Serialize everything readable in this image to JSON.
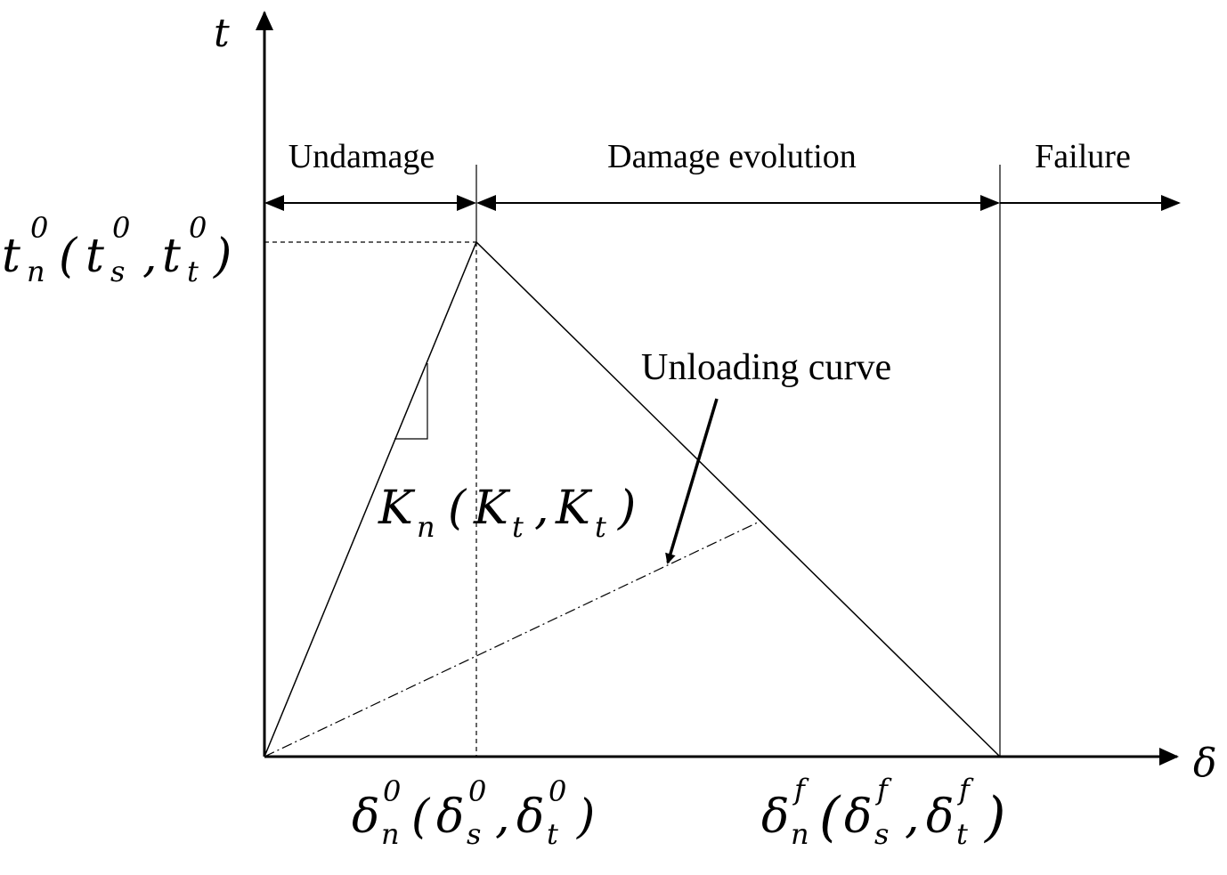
{
  "axes": {
    "y_label": "t",
    "x_label": "δ"
  },
  "regions": {
    "undamage": "Undamage",
    "damage_evolution": "Damage evolution",
    "failure": "Failure"
  },
  "annotations": {
    "unloading_curve": "Unloading curve"
  },
  "labels": {
    "peak_traction": {
      "base": "t",
      "sub_n": "n",
      "sup_n": "0",
      "paren_open": "(",
      "t1": "t",
      "sub1": "s",
      "sup1": "0",
      "comma": ",",
      "t2": "t",
      "sub2": "t",
      "sup2": "0",
      "paren_close": ")"
    },
    "stiffness": {
      "base": "K",
      "sub_n": "n",
      "paren_open": "(",
      "k1": "K",
      "sub1": "t",
      "comma": ",",
      "k2": "K",
      "sub2": "t",
      "paren_close": ")"
    },
    "onset_disp": {
      "base": "δ",
      "sub_n": "n",
      "sup_n": "0",
      "paren_open": "(",
      "d1": "δ",
      "sub1": "s",
      "sup1": "0",
      "comma": ",",
      "d2": "δ",
      "sub2": "t",
      "sup2": "0",
      "paren_close": ")"
    },
    "failure_disp": {
      "base": "δ",
      "sub_n": "n",
      "sup_n": "f",
      "paren_open": "(",
      "d1": "δ",
      "sub1": "s",
      "sup1": "f",
      "comma": ",",
      "d2": "δ",
      "sub2": "t",
      "sup2": "f",
      "paren_close": ")"
    }
  }
}
